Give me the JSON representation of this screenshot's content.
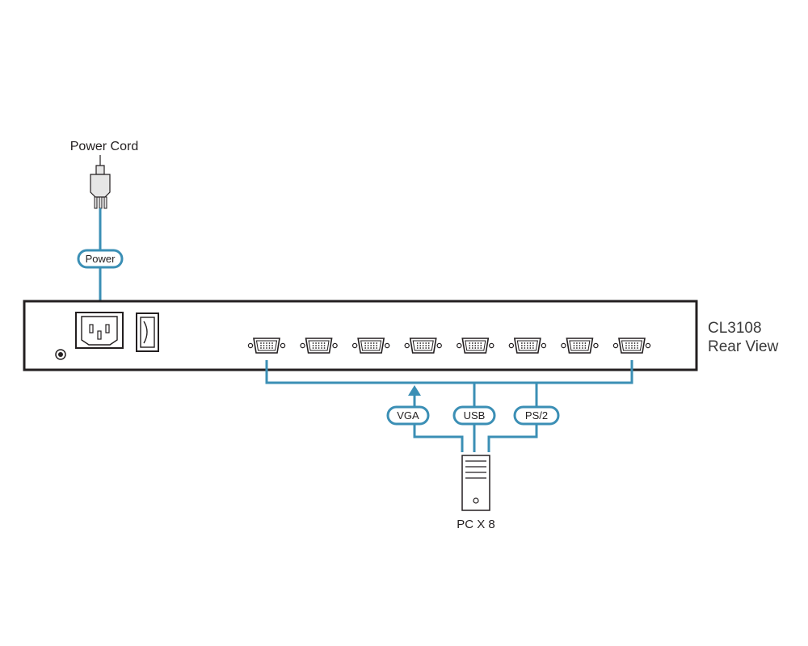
{
  "diagram": {
    "power_cord_label": "Power Cord",
    "power_label": "Power",
    "model": "CL3108",
    "view": "Rear View",
    "vga_label": "VGA",
    "usb_label": "USB",
    "ps2_label": "PS/2",
    "pc_label": "PC X 8",
    "port_count": 8
  },
  "colors": {
    "accent": "#3b8fb5",
    "outline": "#231f20",
    "cord_fill": "#e6e6e6"
  }
}
